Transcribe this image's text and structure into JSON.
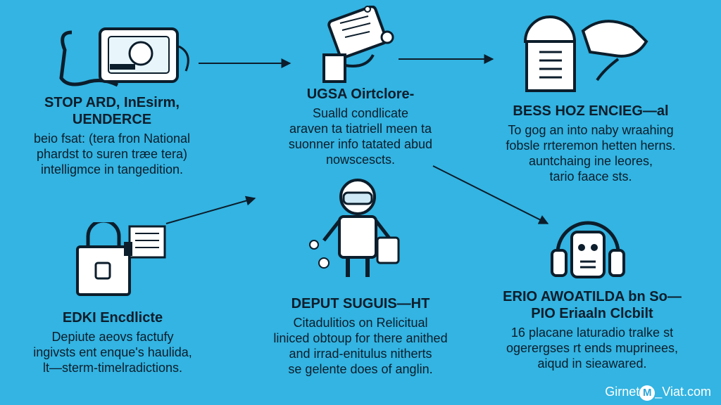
{
  "colors": {
    "background": "#33b4e2",
    "ink": "#0c1d2b",
    "icon_fill": "#ffffff"
  },
  "nodes": [
    {
      "id": "top-left",
      "icon": "device-cable-icon",
      "title_lines": [
        "STOP ARD, InEsirm,",
        "UENDERCE"
      ],
      "body_lines": [
        "beio fsat: (tera fron National",
        "phardst to suren træe tera)",
        "intelligmce in tangedition."
      ]
    },
    {
      "id": "top-center",
      "icon": "machine-lab-icon",
      "title_lines": [
        "UGSA Oirtclore-"
      ],
      "body_lines": [
        "Sualld condlicate",
        "araven ta tiatriell meen ta",
        "suonner info tatated abud",
        "nowscescts."
      ]
    },
    {
      "id": "top-right",
      "icon": "handshake-document-icon",
      "title_lines": [
        "BESS HOZ ENCIEG—al"
      ],
      "body_lines": [
        "To gog an into naby wraahing",
        "fobsle rrteremon hetten herns.",
        "auntchaing ine leores,",
        "tario faace sts."
      ]
    },
    {
      "id": "bottom-left",
      "icon": "padlock-document-icon",
      "title_lines": [
        "EDKI Encdlicte"
      ],
      "body_lines": [
        "Depiute aeovs factufy",
        "ingivsts ent enque's haulida,",
        "lt—sterm-timelradictions."
      ]
    },
    {
      "id": "bottom-center",
      "icon": "astronaut-worker-icon",
      "title_lines": [
        "DEPUT SUGUIS—HT"
      ],
      "body_lines": [
        "Citadulitios on Relicitual",
        "liniced obtoup for there anithed",
        "and irrad-enitulus nitherts",
        "se gelente does of anglin."
      ]
    },
    {
      "id": "bottom-right",
      "icon": "headphones-robot-icon",
      "title_lines": [
        "ERIO AWOATILDA bn So—",
        "PIO Eriaaln Clcbilt"
      ],
      "body_lines": [
        "16 placane laturadio tralke st",
        "ogerergses rt ends muprinees,",
        "aiqud in sieawared."
      ]
    }
  ],
  "watermark": {
    "prefix": "Girnet",
    "badge": "M",
    "suffix": "_Viat.com"
  }
}
